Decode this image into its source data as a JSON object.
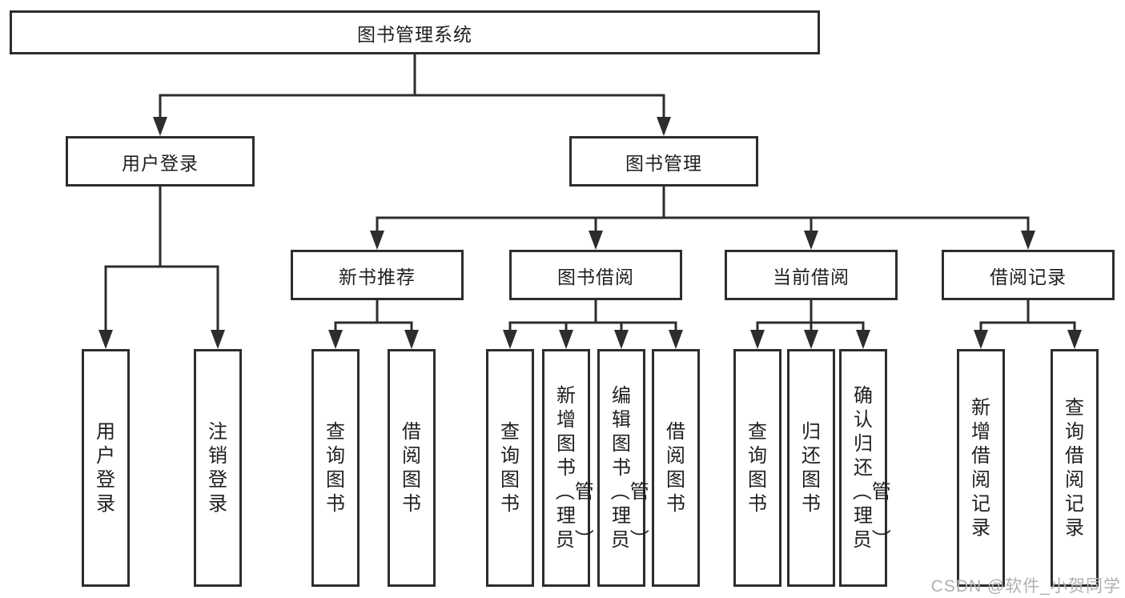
{
  "title": "图书管理系统",
  "tree": {
    "label": "图书管理系统",
    "children": [
      {
        "label": "用户登录",
        "children": [
          {
            "label": "用户登录"
          },
          {
            "label": "注销登录"
          }
        ]
      },
      {
        "label": "图书管理",
        "children": [
          {
            "label": "新书推荐",
            "children": [
              {
                "label": "查询图书"
              },
              {
                "label": "借阅图书"
              }
            ]
          },
          {
            "label": "图书借阅",
            "children": [
              {
                "label": "查询图书"
              },
              {
                "label": "新增图书（管理员）"
              },
              {
                "label": "编辑图书（管理员）"
              },
              {
                "label": "借阅图书"
              }
            ]
          },
          {
            "label": "当前借阅",
            "children": [
              {
                "label": "查询图书"
              },
              {
                "label": "归还图书"
              },
              {
                "label": "确认归还（管理员）"
              }
            ]
          },
          {
            "label": "借阅记录",
            "children": [
              {
                "label": "新增借阅记录"
              },
              {
                "label": "查询借阅记录"
              }
            ]
          }
        ]
      }
    ]
  },
  "watermark": {
    "text": "CSDN @软件_小贺同学"
  },
  "colors": {
    "line": "#2d2d2d",
    "box_border": "#2d2d2d",
    "text": "#1f1f1f",
    "background": "#ffffff",
    "watermark": "#b0b0b0"
  }
}
